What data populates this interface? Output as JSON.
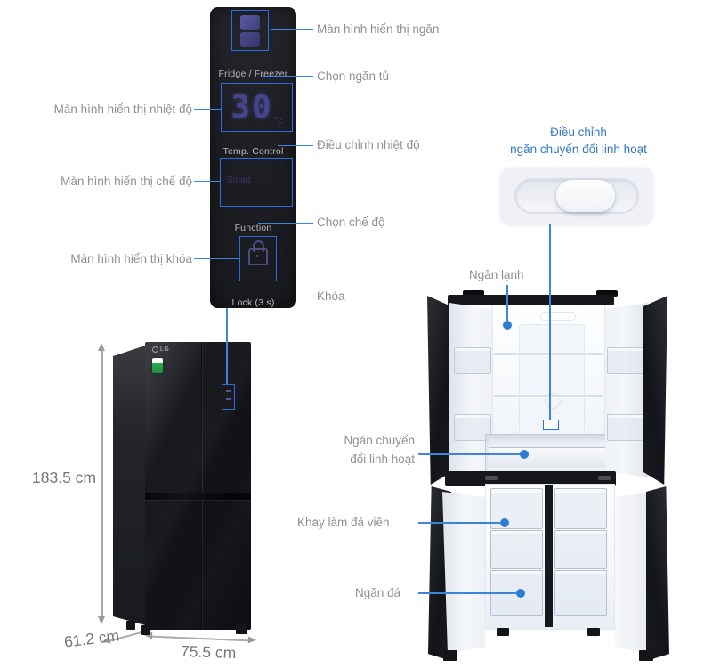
{
  "brand": "LG",
  "colors": {
    "accent_blue": "#2b6ce2",
    "line_blue": "#3d84da",
    "dot_blue": "#2d7dd2",
    "label_gray": "#8f8f94",
    "label_blue": "#3279c5",
    "panel_bg": "#1d1e23",
    "display_purple": "#45458c",
    "energy_green": "#2aa94e"
  },
  "panel": {
    "fridge_freezer": "Fridge / Freezer",
    "temp_value": "30",
    "temp_unit": "°c",
    "temp_control": "Temp. Control",
    "smart": "Smart",
    "function": "Function",
    "lock": "Lock (3 s)"
  },
  "callouts": {
    "compartment_display": "Màn hình hiển thị ngăn",
    "select_compartment": "Chọn ngăn tủ",
    "temp_display": "Màn hình hiển thị nhiệt độ",
    "temp_adjust": "Điều chỉnh nhiệt độ",
    "mode_display": "Màn hình hiển thị chế độ",
    "select_mode": "Chọn chế độ",
    "lock_display": "Màn hình hiển thị khóa",
    "lock": "Khóa",
    "flex_adjust_line1": "Điều chỉnh",
    "flex_adjust_line2": "ngăn chuyển đổi linh hoạt",
    "cool_compartment": "Ngăn lạnh",
    "flex_compartment_line1": "Ngăn chuyển",
    "flex_compartment_line2": "đổi linh hoạt",
    "ice_tray": "Khay làm đá viên",
    "freezer_compartment": "Ngăn đá"
  },
  "dimensions": {
    "height": "183.5 cm",
    "depth": "61.2 cm",
    "width": "75.5 cm"
  }
}
